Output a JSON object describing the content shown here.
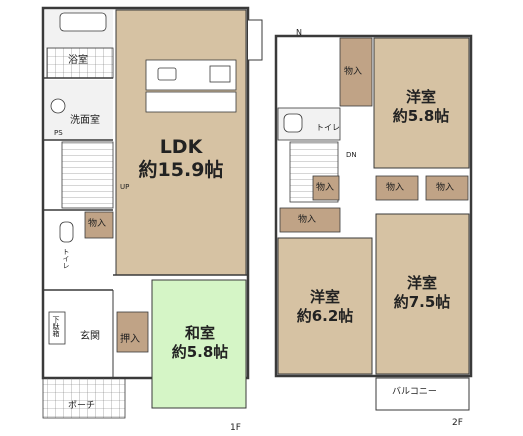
{
  "floor1": {
    "label": "1F",
    "rooms": {
      "bath": "浴室",
      "washroom": "洗面室",
      "ps": "PS",
      "ldk_name": "LDK",
      "ldk_size": "約15.9帖",
      "up": "UP",
      "storage": "物入",
      "toilet": "トイレ",
      "shoe": "下駄箱",
      "entrance": "玄関",
      "closet": "押入",
      "washitsu_name": "和室",
      "washitsu_size": "約5.8帖",
      "porch": "ポーチ"
    }
  },
  "floor2": {
    "label": "2F",
    "rooms": {
      "storage_top": "物入",
      "yoshitsu_a_name": "洋室",
      "yoshitsu_a_size": "約5.8帖",
      "toilet": "トイレ",
      "dn": "DN",
      "storage_hall": "物入",
      "storage_mid": "物入",
      "storage_a": "物入",
      "storage_b": "物入",
      "yoshitsu_b_name": "洋室",
      "yoshitsu_b_size": "約6.2帖",
      "yoshitsu_c_name": "洋室",
      "yoshitsu_c_size": "約7.5帖",
      "balcony": "バルコニー"
    }
  },
  "compass": {
    "north": "N"
  },
  "colors": {
    "room_tan": "#d6c2a3",
    "storage_brown": "#c0a386",
    "washitsu_green": "#d5f5c6",
    "wet_area": "#f2f2f2",
    "wall": "#3a3a3a"
  }
}
